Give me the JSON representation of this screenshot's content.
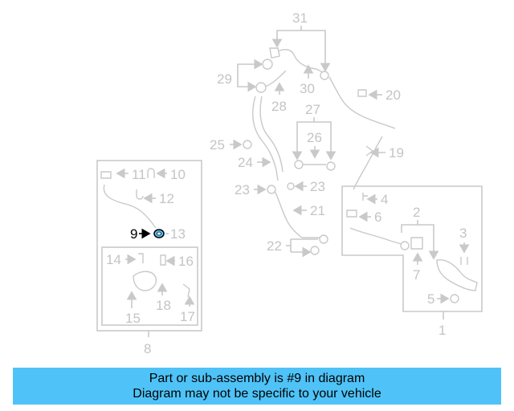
{
  "callouts": {
    "c1": "1",
    "c2": "2",
    "c3": "3",
    "c4": "4",
    "c5": "5",
    "c6": "6",
    "c7": "7",
    "c8": "8",
    "c9": "9",
    "c10": "10",
    "c11": "11",
    "c12": "12",
    "c13": "13",
    "c14": "14",
    "c15": "15",
    "c16": "16",
    "c17": "17",
    "c18": "18",
    "c20": "20",
    "c19": "19",
    "c21": "21",
    "c22": "22",
    "c23a": "23",
    "c23b": "23",
    "c24": "24",
    "c25": "25",
    "c26": "26",
    "c27": "27",
    "c28": "28",
    "c29": "29",
    "c30": "30",
    "c31": "31"
  },
  "highlight": {
    "part_number": "9",
    "color": "#4fc3f7"
  },
  "banner": {
    "line1": "Part or sub-assembly is #9 in diagram",
    "line2": "Diagram may not be specific to your vehicle",
    "background": "#4fc3f7"
  }
}
